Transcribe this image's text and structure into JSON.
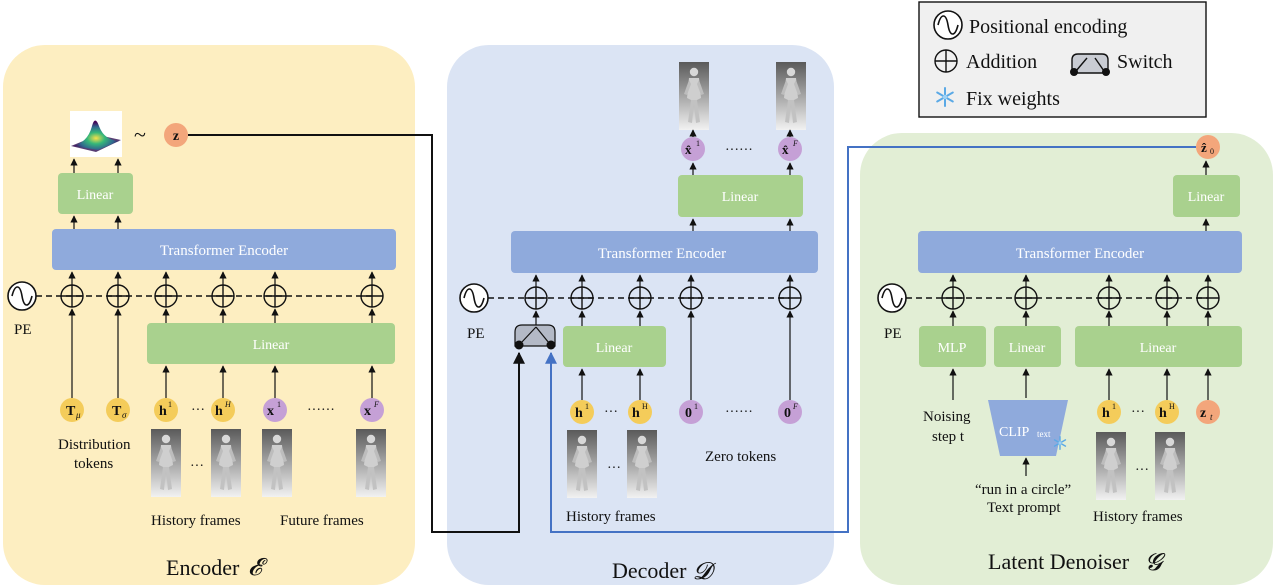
{
  "legend": {
    "positional_encoding": "Positional encoding",
    "addition": "Addition",
    "switch": "Switch",
    "fix_weights": "Fix weights"
  },
  "encoder": {
    "title": "Encoder",
    "title_symbol": "𝓔",
    "linear_top": "Linear",
    "transformer": "Transformer Encoder",
    "linear_bottom": "Linear",
    "pe": "PE",
    "latent_z": "z",
    "tilde": "~",
    "tokens": [
      "T",
      "μ",
      "T",
      "σ",
      "h",
      "1",
      "h",
      "H",
      "x",
      "1",
      "x",
      "F"
    ],
    "ellipsis_tokens_a": "···",
    "ellipsis_tokens_b": "······",
    "ellipsis_frames": "···",
    "distribution_tokens_line1": "Distribution",
    "distribution_tokens_line2": "tokens",
    "history_frames": "History frames",
    "future_frames": "Future frames"
  },
  "decoder": {
    "title": "Decoder",
    "title_symbol": "𝓓",
    "linear_top": "Linear",
    "transformer": "Transformer Encoder",
    "linear_bottom": "Linear",
    "pe": "PE",
    "outputs": [
      "x̂",
      "1",
      "x̂",
      "F"
    ],
    "ellipsis_outputs": "······",
    "tokens": [
      "h",
      "1",
      "h",
      "H",
      "0",
      "1",
      "0",
      "F"
    ],
    "ellipsis_tokens_a": "···",
    "ellipsis_tokens_b": "······",
    "ellipsis_frames": "···",
    "zero_tokens": "Zero tokens",
    "history_frames": "History frames"
  },
  "denoiser": {
    "title": "Latent Denoiser",
    "title_symbol": "𝓖",
    "output": [
      "ẑ",
      "0"
    ],
    "linear_top": "Linear",
    "transformer": "Transformer Encoder",
    "mlp": "MLP",
    "linear_text": "Linear",
    "linear_hist": "Linear",
    "pe": "PE",
    "noising_line1": "Noising",
    "noising_line2": "step t",
    "clip": "CLIP",
    "clip_sub": "text",
    "prompt_line1": "“run in a circle”",
    "prompt_line2": "Text prompt",
    "tokens": [
      "h",
      "1",
      "h",
      "H",
      "z",
      "t"
    ],
    "ellipsis_tokens": "···",
    "ellipsis_frames": "···",
    "history_frames": "History frames"
  },
  "colors": {
    "encoder_bg": "#fdeec1",
    "decoder_bg": "#dbe4f4",
    "denoiser_bg": "#e2eed5",
    "linear_box": "#a9d18e",
    "transformer_box": "#8faadc",
    "token_yellow": "#f4cc5a",
    "token_purple": "#c5a0d6",
    "token_orange": "#f3a67b",
    "blue_line": "#4472c4",
    "snow": "#5aa9e6"
  }
}
